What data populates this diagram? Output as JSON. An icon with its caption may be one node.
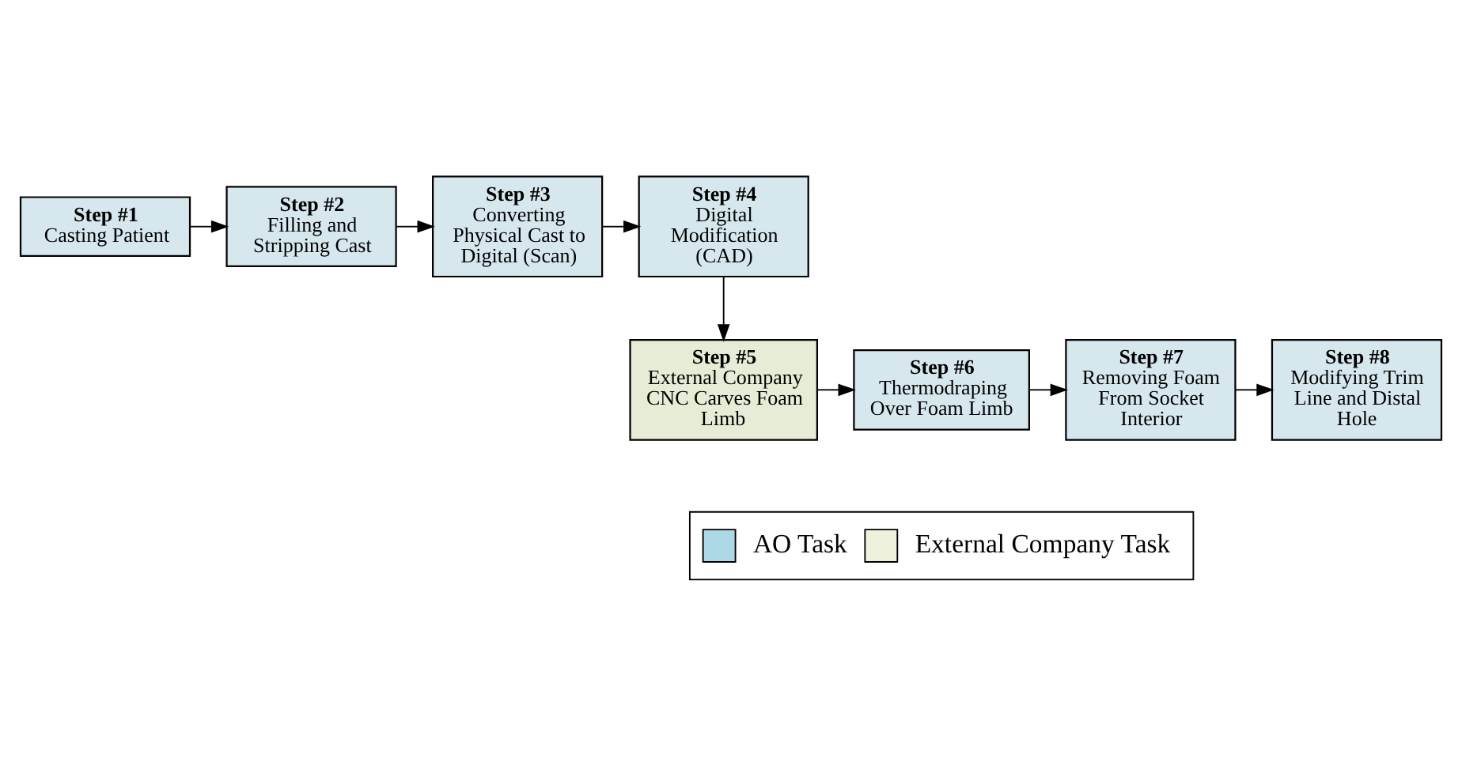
{
  "diagram": {
    "nodes": [
      {
        "text": [
          "Step #1",
          "Casting Patient"
        ]
      },
      {
        "text": [
          "Step #2",
          "Filling and Stripping Cast"
        ]
      },
      {
        "text": [
          "Step #3",
          "Converting Physical Cast to Digital (Scan)"
        ]
      },
      {
        "text": [
          "Step #4",
          "Digital Modification (CAD)"
        ]
      },
      {
        "text": [
          "Step #5",
          "External Company CNC Carves Foam Limb"
        ]
      },
      {
        "text": [
          "Step #6",
          "Thermodraping Over Foam Limb"
        ]
      },
      {
        "text": [
          "Step #7",
          "Removing Foam From Socket Interior"
        ]
      },
      {
        "text": [
          "Step #8",
          "Modifying Trim Line and Distal Hole"
        ]
      }
    ],
    "edges": [
      {
        "from": 0,
        "to": 1,
        "arrow": "to"
      },
      {
        "from": 1,
        "to": 2,
        "arrow": "to"
      },
      {
        "from": 2,
        "to": 3,
        "arrow": "to"
      },
      {
        "from": 3,
        "to": 4,
        "arrow": "to"
      },
      {
        "from": 4,
        "to": 5,
        "arrow": "to"
      },
      {
        "from": 5,
        "to": 6,
        "arrow": "to"
      },
      {
        "from": 6,
        "to": 7,
        "arrow": "to"
      }
    ],
    "legend": [
      {
        "text": "AO Task",
        "color": "#add8e6"
      },
      {
        "text": "External Company Task",
        "color": "#eef2dc"
      }
    ]
  }
}
